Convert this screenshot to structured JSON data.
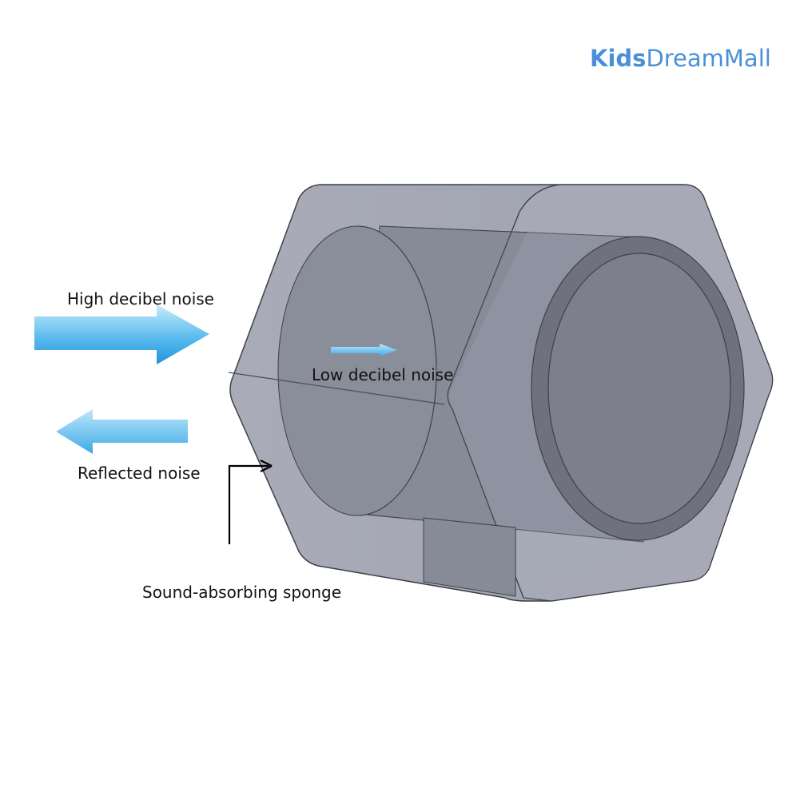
{
  "brand": {
    "prefix": "Kids",
    "suffix": "DreamMall",
    "color": "#4a90d9"
  },
  "labels": {
    "high_noise": "High decibel noise",
    "low_noise": "Low decibel noise",
    "reflected_noise": "Reflected noise",
    "sponge": "Sound-absorbing sponge"
  },
  "colors": {
    "housing": "#a2a5b2",
    "cylinder": "#878a97",
    "ring": "#6f727e",
    "outline": "#3e4049",
    "arrow_light": "#a8dcf7",
    "arrow_dark": "#2a9fe0"
  },
  "icons": {
    "incoming": "arrow-right-icon",
    "reflected": "arrow-left-icon",
    "pointer": "pointer-arrow-icon"
  }
}
